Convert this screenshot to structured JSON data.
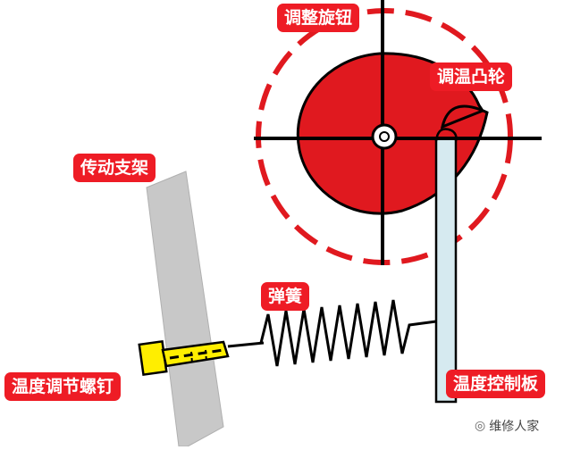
{
  "labels": {
    "knob": "调整旋钮",
    "cam": "调温凸轮",
    "bracket": "传动支架",
    "spring": "弹簧",
    "screw": "温度调节螺钉",
    "plate": "温度控制板"
  },
  "watermark": {
    "text": "维修人家",
    "icon": "wechat-icon"
  },
  "colors": {
    "label_bg": "#ee1c25",
    "cam_fill": "#e0191f",
    "dashed_circle": "#e0191f",
    "bracket_fill": "#c8c8c8",
    "plate_fill": "#d6eaf0",
    "screw_fill": "#ffee00"
  }
}
